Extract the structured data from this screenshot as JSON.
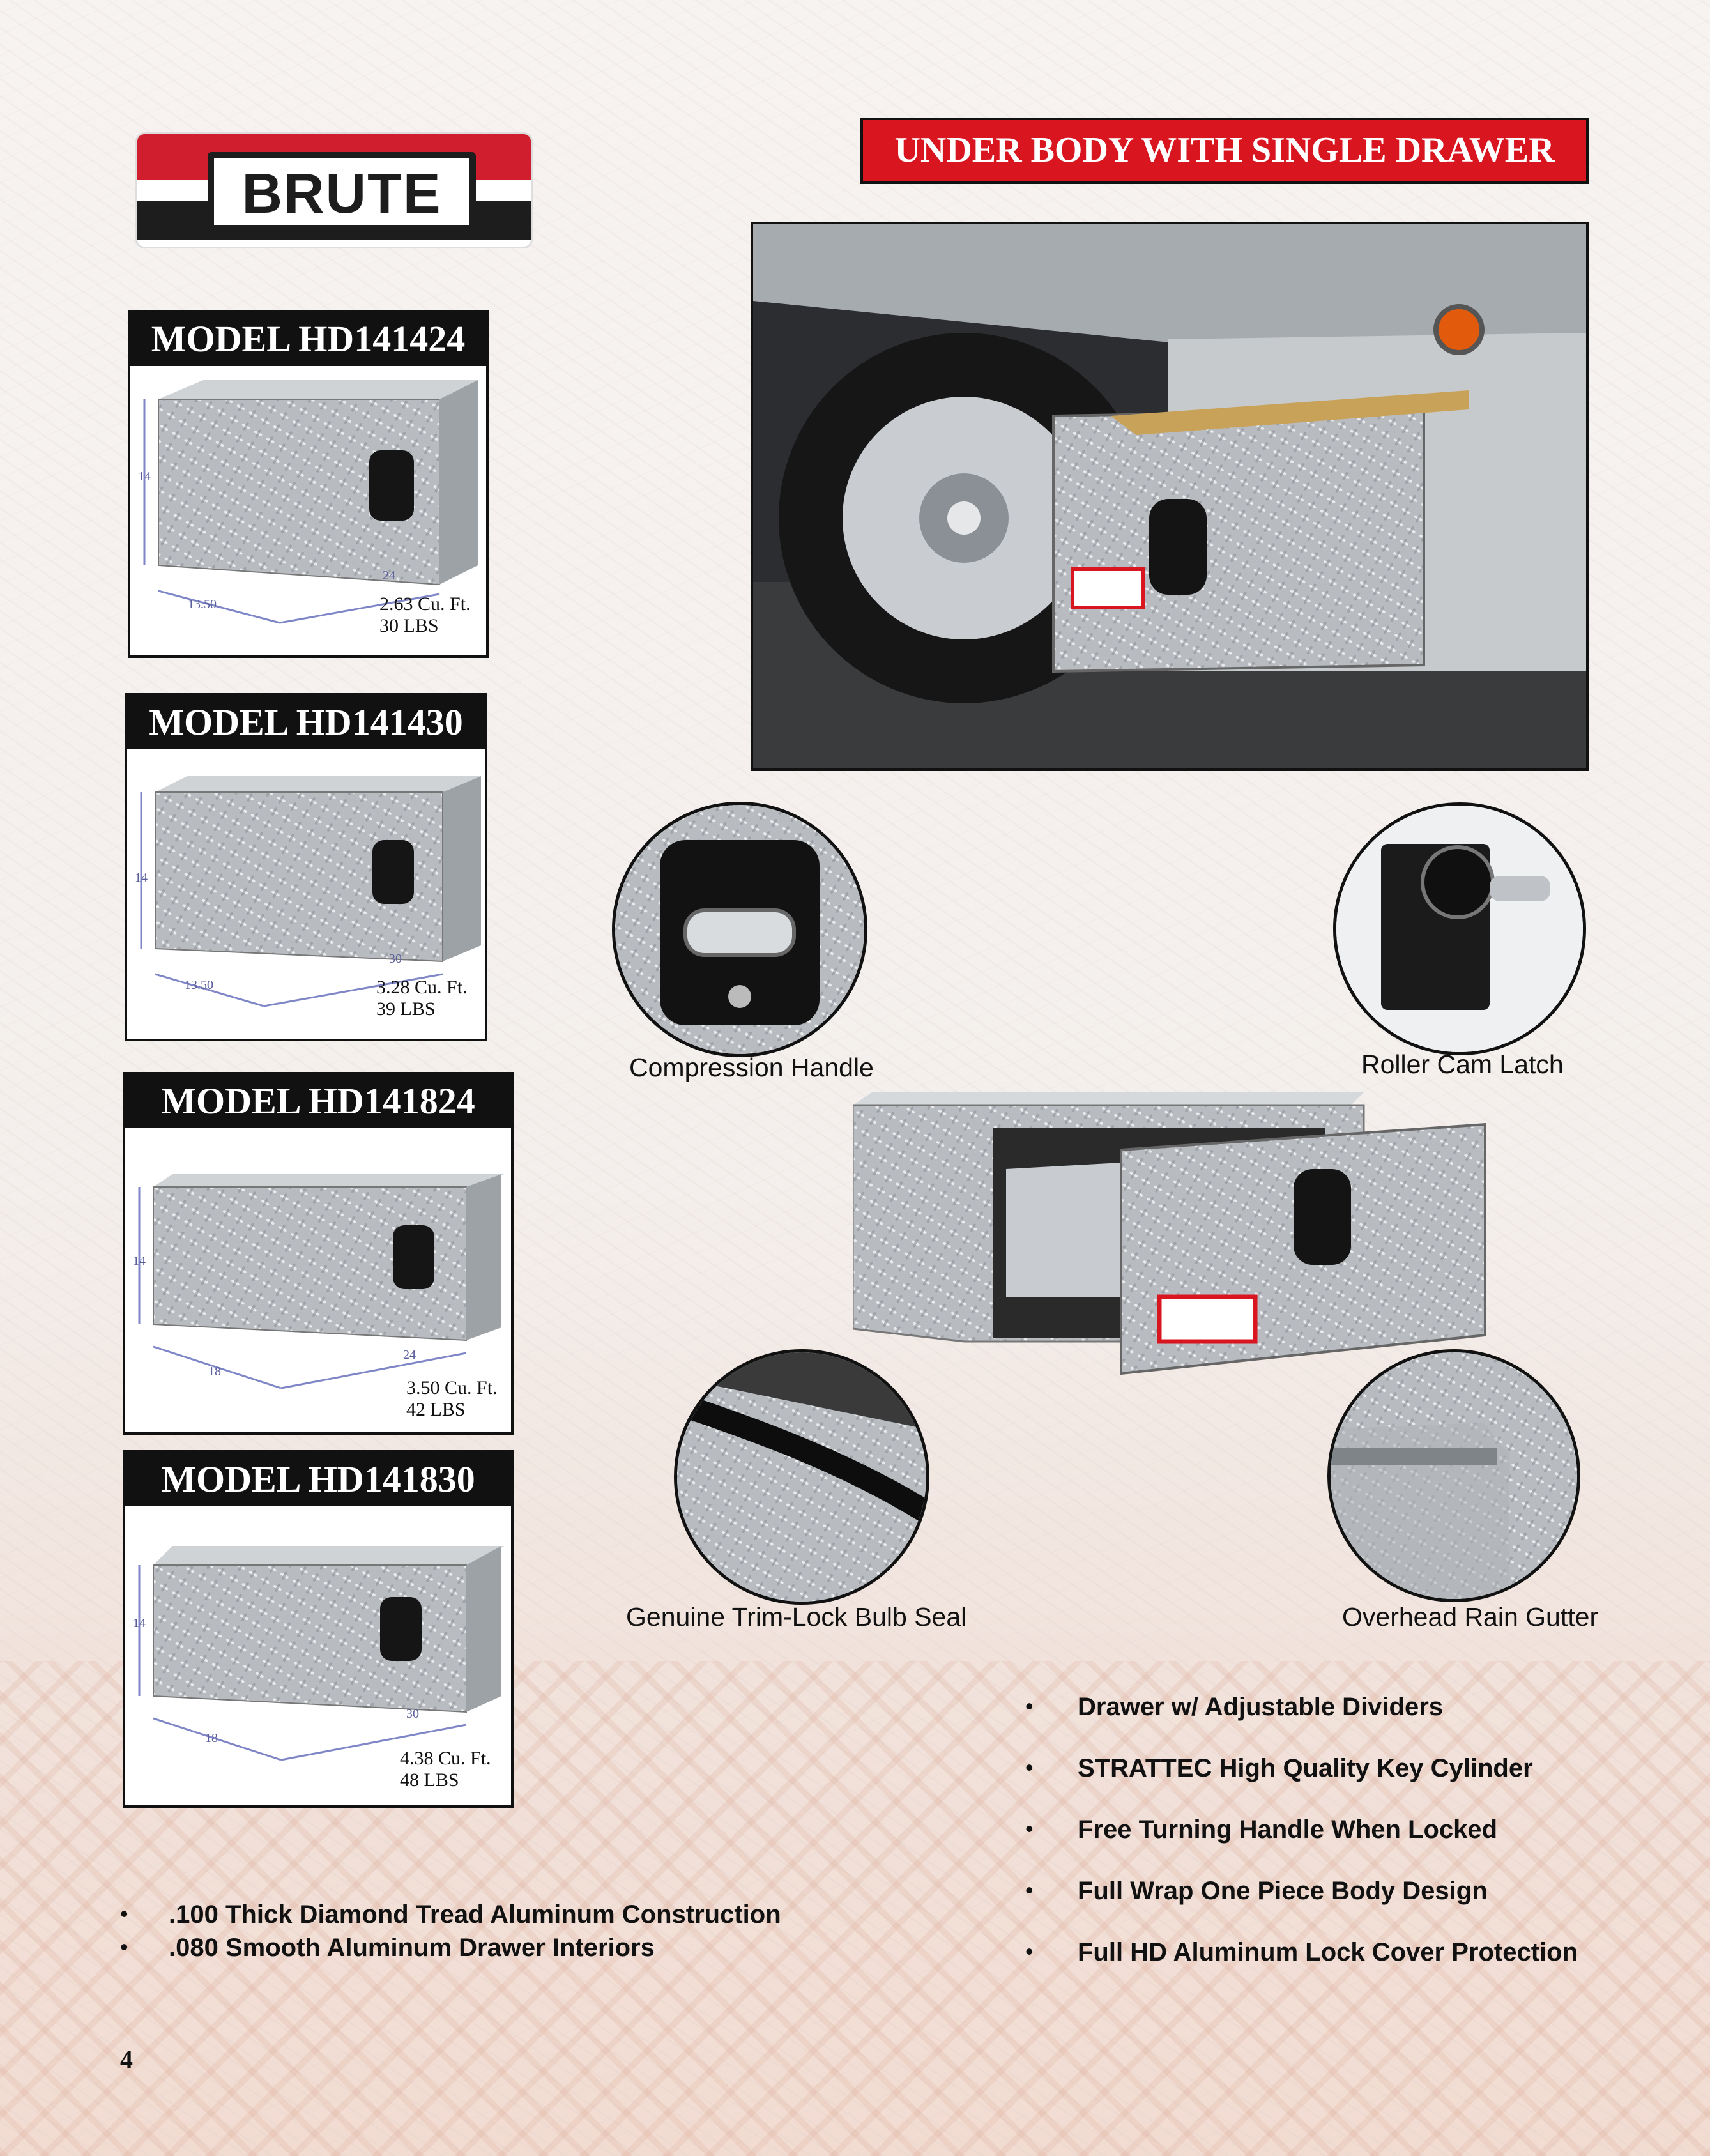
{
  "header": {
    "brand": "BRUTE",
    "title": "UNDER BODY WITH SINGLE DRAWER"
  },
  "models": [
    {
      "name": "MODEL HD141424",
      "height": "14",
      "depth": "13.50",
      "width": "24",
      "volume": "2.63 Cu. Ft.",
      "weight": "30 LBS"
    },
    {
      "name": "MODEL HD141430",
      "height": "14",
      "depth": "13.50",
      "width": "30",
      "volume": "3.28 Cu. Ft.",
      "weight": "39 LBS"
    },
    {
      "name": "MODEL HD141824",
      "height": "14",
      "depth": "18",
      "width": "24",
      "volume": "3.50 Cu. Ft.",
      "weight": "42 LBS"
    },
    {
      "name": "MODEL HD141830",
      "height": "14",
      "depth": "18",
      "width": "30",
      "volume": "4.38 Cu. Ft.",
      "weight": "48 LBS"
    }
  ],
  "features": {
    "compression_handle": "Compression Handle",
    "roller_cam_latch": "Roller Cam Latch",
    "bulb_seal": "Genuine Trim-Lock Bulb Seal",
    "rain_gutter": "Overhead Rain Gutter"
  },
  "bullets_right": [
    "Drawer w/ Adjustable Dividers",
    "STRATTEC High Quality Key Cylinder",
    "Free Turning Handle When Locked",
    "Full Wrap One Piece Body Design",
    "Full HD Aluminum Lock Cover Protection"
  ],
  "bullets_left": [
    ".100 Thick Diamond Tread Aluminum Construction",
    ".080 Smooth Aluminum Drawer Interiors"
  ],
  "bullet_char": "•",
  "page_number": "4",
  "colors": {
    "brand_red": "#d9151f",
    "black": "#111111"
  }
}
